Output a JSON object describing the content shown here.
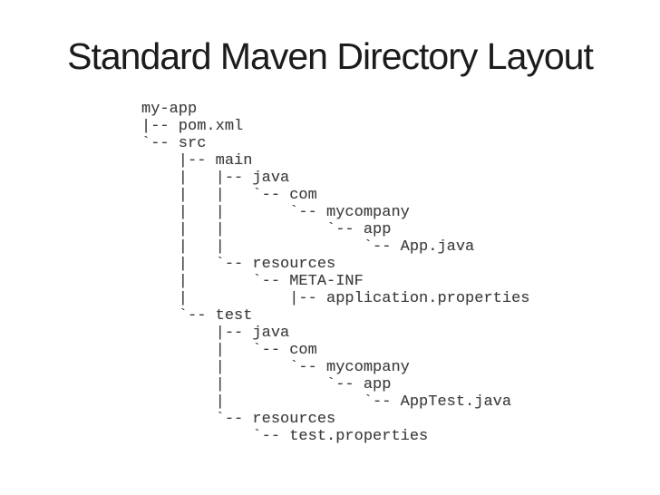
{
  "slide": {
    "title": "Standard Maven Directory Layout"
  },
  "tree": {
    "root": "my-app",
    "lines": [
      "my-app",
      "|-- pom.xml",
      "`-- src",
      "    |-- main",
      "    |   |-- java",
      "    |   |   `-- com",
      "    |   |       `-- mycompany",
      "    |   |           `-- app",
      "    |   |               `-- App.java",
      "    |   `-- resources",
      "    |       `-- META-INF",
      "    |           |-- application.properties",
      "    `-- test",
      "        |-- java",
      "        |   `-- com",
      "        |       `-- mycompany",
      "        |           `-- app",
      "        |               `-- AppTest.java",
      "        `-- resources",
      "            `-- test.properties"
    ]
  },
  "colors": {
    "background": "#ffffff",
    "title_text": "#1c1c1c",
    "tree_text": "#3d3d3d"
  }
}
